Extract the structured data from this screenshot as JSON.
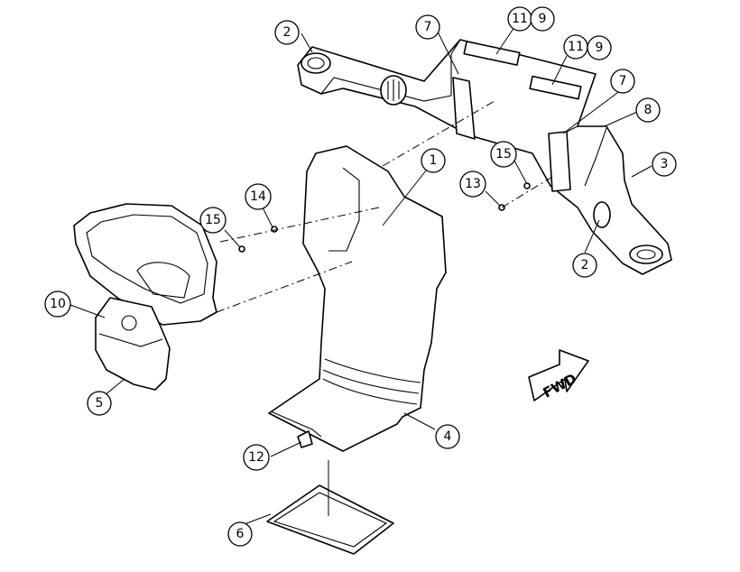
{
  "callouts": {
    "c1": "1",
    "c2a": "2",
    "c2b": "2",
    "c3": "3",
    "c4": "4",
    "c5": "5",
    "c6": "6",
    "c7a": "7",
    "c7b": "7",
    "c8": "8",
    "c9a": "9",
    "c9b": "9",
    "c10": "10",
    "c11a": "11",
    "c11b": "11",
    "c12": "12",
    "c13": "13",
    "c14": "14",
    "c15a": "15",
    "c15b": "15"
  },
  "fwd_label": "FWD"
}
